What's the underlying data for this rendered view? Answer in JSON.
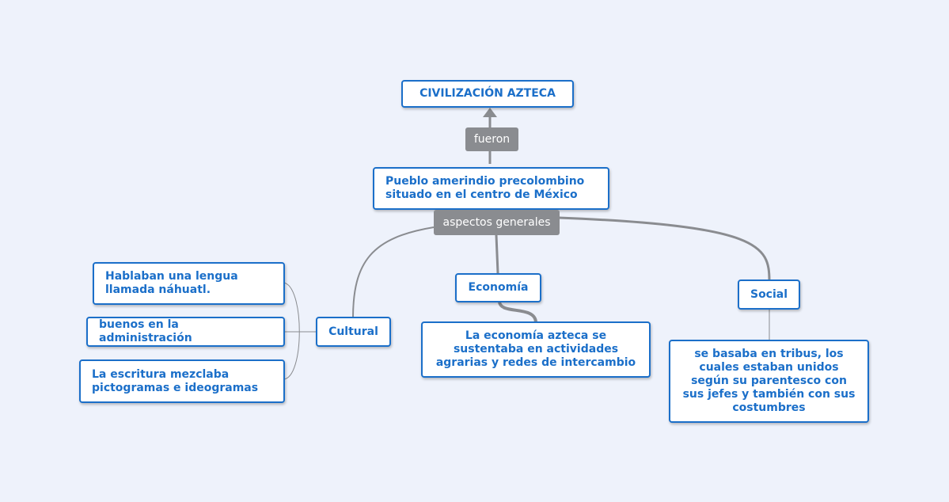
{
  "title": "CIVILIZACIÓN AZTECA",
  "link_labels": {
    "fueron": "fueron",
    "aspectos": "aspectos generales"
  },
  "definition": "Pueblo amerindio precolombino situado en el centro de México",
  "branches": {
    "cultural": {
      "label": "Cultural",
      "details": [
        "Hablaban una lengua llamada náhuatl.",
        "buenos en la administración",
        "La escritura mezclaba pictogramas e ideogramas"
      ]
    },
    "economia": {
      "label": "Economía",
      "detail": "La economía azteca se sustentaba en actividades agrarias y redes de intercambio"
    },
    "social": {
      "label": "Social",
      "detail": "se basaba en tribus, los cuales estaban unidos según su parentesco con sus jefes y también con sus costumbres"
    }
  },
  "colors": {
    "background": "#eef2fb",
    "node_border": "#1b6fc9",
    "node_text": "#1b6fc9",
    "link_label_bg": "#8a8c90",
    "connector": "#8a8c90"
  }
}
